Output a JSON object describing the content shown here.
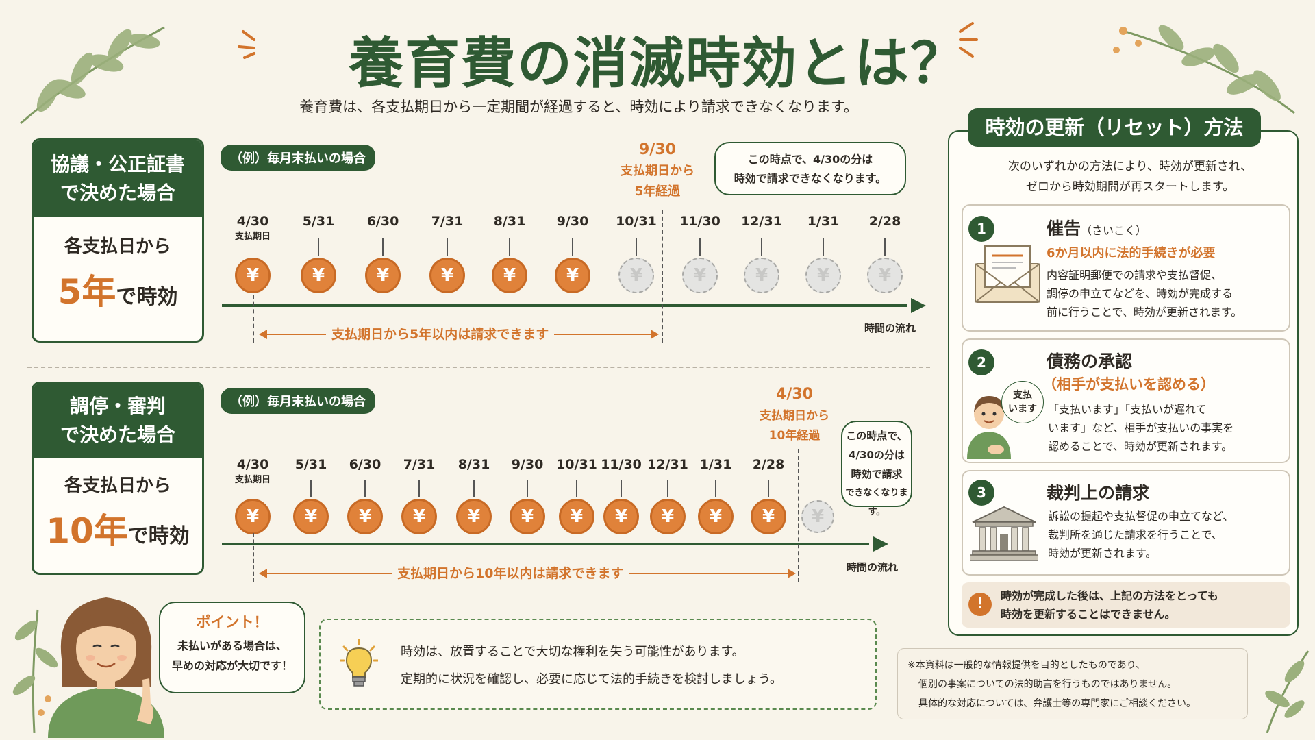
{
  "title": "養育費の消滅時効とは？",
  "subtitle": "養育費は、各支払期日から一定期間が経過すると、時効により請求できなくなります。",
  "colors": {
    "green": "#2f5a33",
    "orange": "#d2742c",
    "background": "#f8f4ea"
  },
  "section1": {
    "heading_line1": "協議・公正証書",
    "heading_line2": "で決めた場合",
    "body_line1": "各支払日から",
    "body_big": "5年",
    "body_suffix": "で時効",
    "example_pill": "（例）毎月末払いの場合",
    "dates": [
      "4/30",
      "5/31",
      "6/30",
      "7/31",
      "8/31",
      "9/30",
      "10/31",
      "11/30",
      "12/31",
      "1/31",
      "2/28"
    ],
    "first_date_sub": "支払期日",
    "coin_symbol": "¥",
    "highlight_date": "9/30",
    "highlight_line2": "支払期日から",
    "highlight_line3": "5年経過",
    "bubble_line1": "この時点で、4/30の分は",
    "bubble_line2": "時効で請求できなくなります。",
    "range_label": "支払期日から5年以内は請求できます",
    "flow_label": "時間の流れ"
  },
  "section2": {
    "heading_line1": "調停・審判",
    "heading_line2": "で決めた場合",
    "body_line1": "各支払日から",
    "body_big": "10年",
    "body_suffix": "で時効",
    "example_pill": "（例）毎月末払いの場合",
    "dates": [
      "4/30",
      "5/31",
      "6/30",
      "7/31",
      "8/31",
      "9/30",
      "10/31",
      "11/30",
      "12/31",
      "1/31",
      "2/28"
    ],
    "first_date_sub": "支払期日",
    "coin_symbol": "¥",
    "highlight_date": "4/30",
    "highlight_line2": "支払期日から",
    "highlight_line3": "10年経過",
    "bubble_lines": [
      "この時点で、",
      "4/30の分は",
      "時効で請求",
      "できなくなります。"
    ],
    "range_label": "支払期日から10年以内は請求できます",
    "flow_label": "時間の流れ"
  },
  "right_panel": {
    "title": "時効の更新（リセット）方法",
    "intro_line1": "次のいずれかの方法により、時効が更新され、",
    "intro_line2": "ゼロから時効期間が再スタートします。",
    "methods": [
      {
        "num": "1",
        "title": "催告",
        "title_reading": "（さいこく）",
        "sub": "6か月以内に法的手続きが必要",
        "lines": [
          "内容証明郵便での請求や支払督促、",
          "調停の申立てなどを、時効が完成する",
          "前に行うことで、時効が更新されます。"
        ],
        "icon": "envelope-icon"
      },
      {
        "num": "2",
        "title": "債務の承認",
        "sub": "（相手が支払いを認める）",
        "speech_line1": "支払",
        "speech_line2": "います",
        "lines": [
          "「支払います」「支払いが遅れて",
          "います」など、相手が支払いの事実を",
          "認めることで、時効が更新されます。"
        ],
        "icon": "person-icon"
      },
      {
        "num": "3",
        "title": "裁判上の請求",
        "lines": [
          "訴訟の提起や支払督促の申立てなど、",
          "裁判所を通じた請求を行うことで、",
          "時効が更新されます。"
        ],
        "icon": "courthouse-icon"
      }
    ],
    "warning_icon": "!",
    "warning_line1": "時効が完成した後は、上記の方法をとっても",
    "warning_line2": "時効を更新することはできません。"
  },
  "point": {
    "title": "ポイント！",
    "line1": "未払いがある場合は、",
    "line2": "早めの対応が大切です！"
  },
  "tip": {
    "line1": "時効は、放置することで大切な権利を失う可能性があります。",
    "line2": "定期的に状況を確認し、必要に応じて法的手続きを検討しましょう。"
  },
  "disclaimer": {
    "line1": "※本資料は一般的な情報提供を目的としたものであり、",
    "line2": "個別の事案についての法的助言を行うものではありません。",
    "line3": "具体的な対応については、弁護士等の専門家にご相談ください。"
  }
}
